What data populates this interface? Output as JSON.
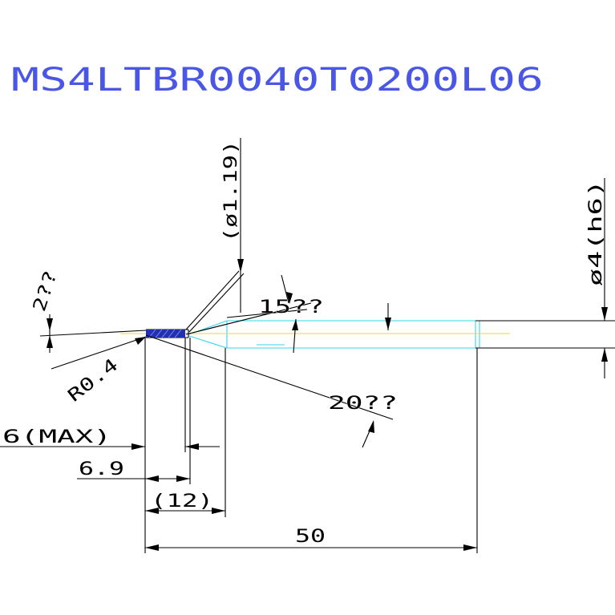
{
  "title": "MS4LTBR0040T0200L06",
  "colors": {
    "title": "#4a57e6",
    "outline": "#000000",
    "hidden_lines": "#33d6f0",
    "center_line": "#e9d44a",
    "cutting_edge": "#2330b0"
  },
  "dimensions": {
    "angle_top": "2??",
    "neck_diameter": "(ø1.19)",
    "chamfer_angle": "15??",
    "shank_diameter": "ø4(h6)",
    "corner_radius": "R0.4",
    "relief_angle": "20??",
    "effective_length": "6(MAX)",
    "neck_length": "6.9",
    "reference_length": "(12)",
    "overall_length": "50"
  }
}
